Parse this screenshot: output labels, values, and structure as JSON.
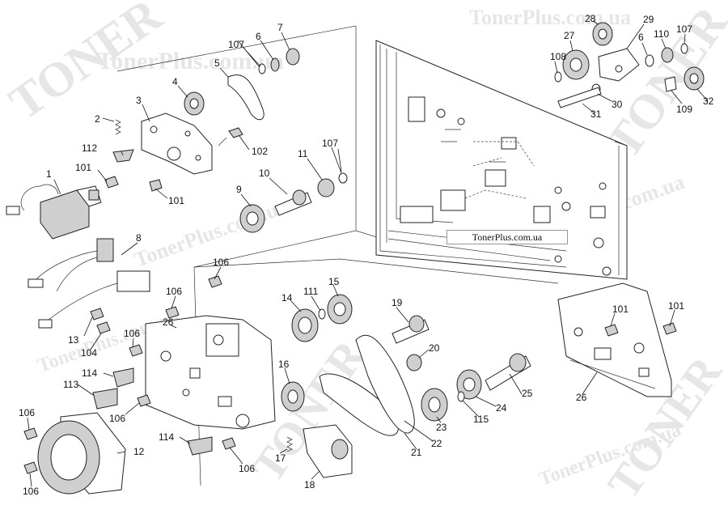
{
  "watermark": {
    "brand": "TonerPlus.com.ua",
    "big_text": "TONER"
  },
  "site_label": "TonerPlus.com.ua",
  "callouts": [
    {
      "id": "c1",
      "text": "1"
    },
    {
      "id": "c2",
      "text": "2"
    },
    {
      "id": "c3",
      "text": "3"
    },
    {
      "id": "c4",
      "text": "4"
    },
    {
      "id": "c5",
      "text": "5"
    },
    {
      "id": "c6a",
      "text": "6"
    },
    {
      "id": "c6b",
      "text": "6"
    },
    {
      "id": "c7",
      "text": "7"
    },
    {
      "id": "c8",
      "text": "8"
    },
    {
      "id": "c9",
      "text": "9"
    },
    {
      "id": "c10",
      "text": "10"
    },
    {
      "id": "c11",
      "text": "11"
    },
    {
      "id": "c12",
      "text": "12"
    },
    {
      "id": "c13",
      "text": "13"
    },
    {
      "id": "c14",
      "text": "14"
    },
    {
      "id": "c15",
      "text": "15"
    },
    {
      "id": "c16",
      "text": "16"
    },
    {
      "id": "c17",
      "text": "17"
    },
    {
      "id": "c18",
      "text": "18"
    },
    {
      "id": "c19",
      "text": "19"
    },
    {
      "id": "c20",
      "text": "20"
    },
    {
      "id": "c21",
      "text": "21"
    },
    {
      "id": "c22",
      "text": "22"
    },
    {
      "id": "c23",
      "text": "23"
    },
    {
      "id": "c24",
      "text": "24"
    },
    {
      "id": "c25",
      "text": "25"
    },
    {
      "id": "c26a",
      "text": "26"
    },
    {
      "id": "c26b",
      "text": "26"
    },
    {
      "id": "c27",
      "text": "27"
    },
    {
      "id": "c28",
      "text": "28"
    },
    {
      "id": "c29",
      "text": "29"
    },
    {
      "id": "c30",
      "text": "30"
    },
    {
      "id": "c31",
      "text": "31"
    },
    {
      "id": "c32",
      "text": "32"
    },
    {
      "id": "c101a",
      "text": "101"
    },
    {
      "id": "c101b",
      "text": "101"
    },
    {
      "id": "c101c",
      "text": "101"
    },
    {
      "id": "c101d",
      "text": "101"
    },
    {
      "id": "c102",
      "text": "102"
    },
    {
      "id": "c104",
      "text": "104"
    },
    {
      "id": "c106a",
      "text": "106"
    },
    {
      "id": "c106b",
      "text": "106"
    },
    {
      "id": "c106c",
      "text": "106"
    },
    {
      "id": "c106d",
      "text": "106"
    },
    {
      "id": "c106e",
      "text": "106"
    },
    {
      "id": "c106f",
      "text": "106"
    },
    {
      "id": "c106g",
      "text": "106"
    },
    {
      "id": "c107a",
      "text": "107"
    },
    {
      "id": "c107b",
      "text": "107"
    },
    {
      "id": "c107c",
      "text": "107"
    },
    {
      "id": "c108",
      "text": "108"
    },
    {
      "id": "c109",
      "text": "109"
    },
    {
      "id": "c110",
      "text": "110"
    },
    {
      "id": "c111",
      "text": "111"
    },
    {
      "id": "c112",
      "text": "112"
    },
    {
      "id": "c113",
      "text": "113"
    },
    {
      "id": "c114a",
      "text": "114"
    },
    {
      "id": "c114b",
      "text": "114"
    },
    {
      "id": "c115",
      "text": "115"
    }
  ]
}
